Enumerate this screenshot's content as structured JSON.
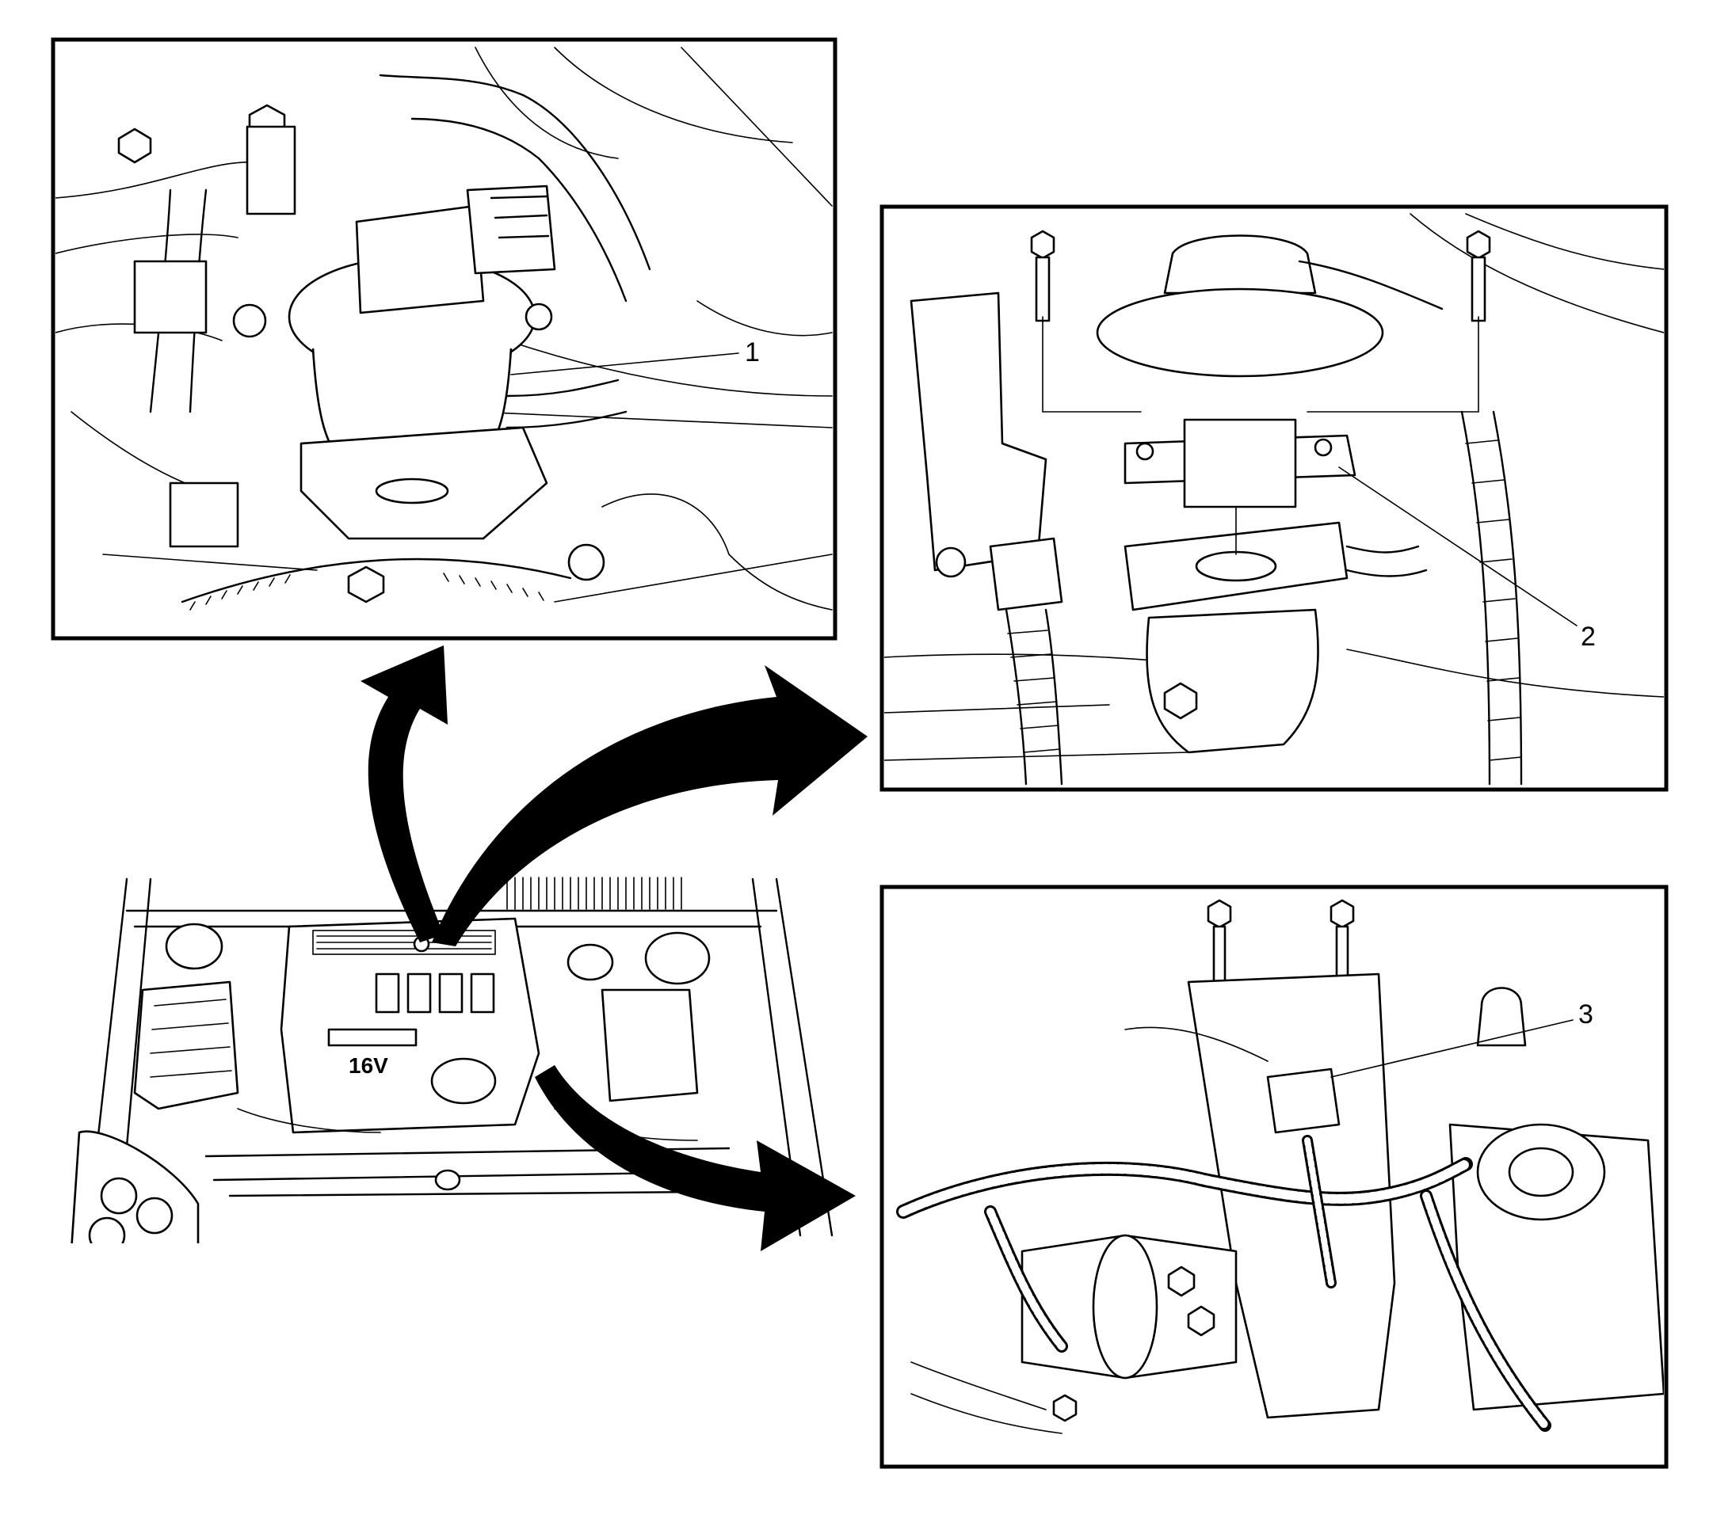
{
  "callouts": [
    {
      "id": "1",
      "label": "1"
    },
    {
      "id": "2",
      "label": "2"
    },
    {
      "id": "3",
      "label": "3"
    }
  ],
  "engine_cover": {
    "badge_text": "16V"
  },
  "panels": [
    {
      "name": "egr-valve-connector-detail"
    },
    {
      "name": "egr-valve-mounting-detail"
    },
    {
      "name": "starter-harness-detail"
    }
  ]
}
